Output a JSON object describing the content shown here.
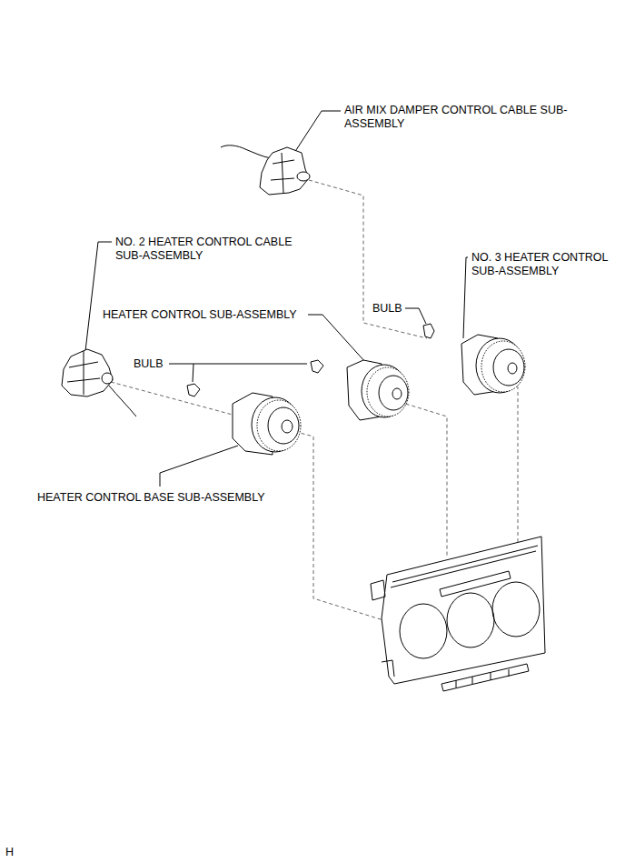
{
  "diagram": {
    "labels": [
      "AIR MIX DAMPER CONTROL CABLE SUB- ASSEMBLY",
      "NO. 2 HEATER CONTROL CABLE SUB-ASSEMBLY",
      "NO. 3 HEATER CONTROL SUB-ASSEMBLY",
      "BULB",
      "HEATER CONTROL SUB-ASSEMBLY",
      "BULB",
      "HEATER CONTROL BASE SUB-ASSEMBLY",
      "H"
    ]
  }
}
